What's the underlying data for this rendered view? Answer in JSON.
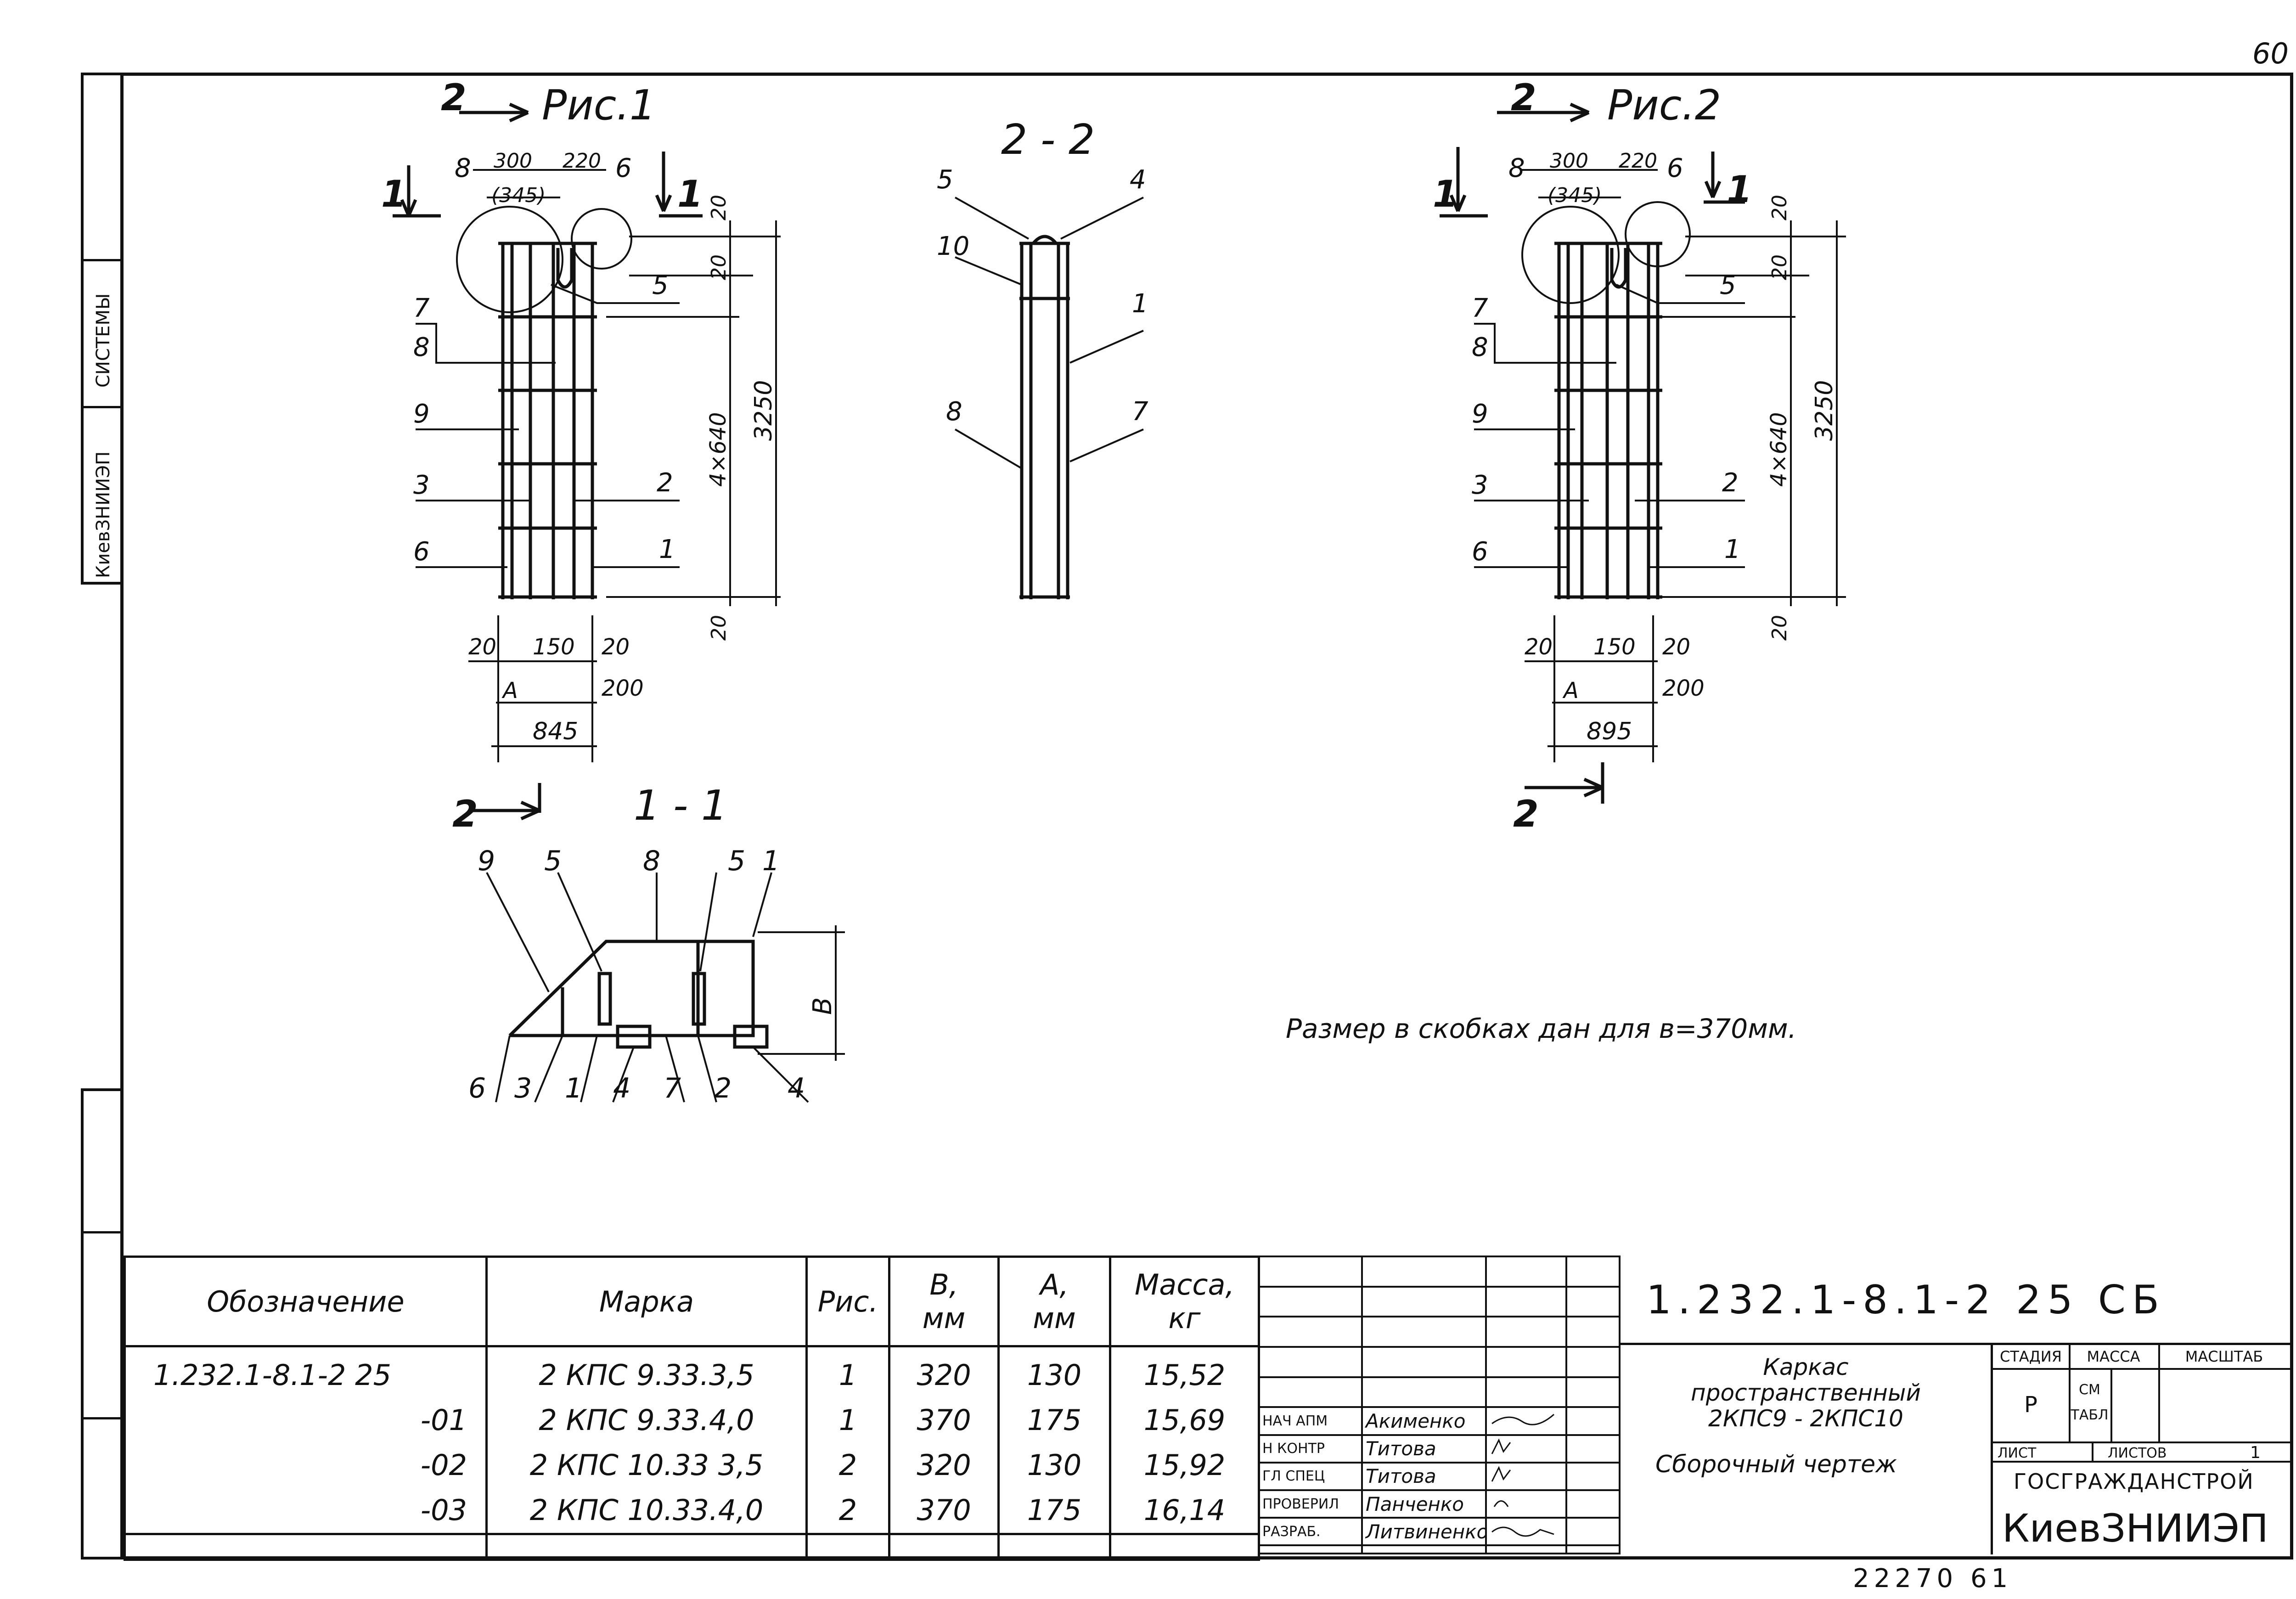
{
  "sheet_number": "60",
  "bottom_code": "22270 61",
  "left_strip": {
    "org": "КиевЗНИИЭП",
    "systems": "СИСТЕМЫ"
  },
  "fig1": {
    "section_label": "2",
    "title": "Рис.1",
    "cut_label": "1",
    "dims": {
      "d300": "300",
      "d345": "(345)",
      "d220": "220",
      "d20a": "20",
      "d20b": "20",
      "step": "4×640",
      "total": "3250",
      "d20c": "20",
      "b20l": "20",
      "b150": "150",
      "b20r": "20",
      "bA": "А",
      "b200": "200",
      "b845": "845"
    },
    "leaders": {
      "l8": "8",
      "l6": "6",
      "l5": "5",
      "l7": "7",
      "l8b": "8",
      "l9": "9",
      "l3": "3",
      "l2": "2",
      "l6b": "6",
      "l1": "1"
    }
  },
  "fig2": {
    "section_label": "2",
    "title": "Рис.2",
    "cut_label": "1",
    "dims": {
      "d300": "300",
      "d345": "(345)",
      "d220": "220",
      "d20a": "20",
      "d20b": "20",
      "step": "4×640",
      "total": "3250",
      "d20c": "20",
      "b20l": "20",
      "b150": "150",
      "b20r": "20",
      "bA": "А",
      "b200": "200",
      "b895": "895"
    },
    "leaders": {
      "l8": "8",
      "l6": "6",
      "l5": "5",
      "l7": "7",
      "l8b": "8",
      "l9": "9",
      "l3": "3",
      "l2": "2",
      "l6b": "6",
      "l1": "1"
    }
  },
  "section22": {
    "title": "2 - 2",
    "l5": "5",
    "l4": "4",
    "l10": "10",
    "l1": "1",
    "l8": "8",
    "l7": "7"
  },
  "section11": {
    "title": "1 - 1",
    "cut": "2",
    "dimB": "В",
    "top": [
      "9",
      "5",
      "8",
      "5",
      "1"
    ],
    "bottom": [
      "6",
      "3",
      "1",
      "4",
      "7",
      "2",
      "4"
    ]
  },
  "note": "Размер в скобках дан для в=370мм.",
  "spec_table": {
    "headers": {
      "designation": "Обозначение",
      "mark": "Марка",
      "fig": "Рис.",
      "b": "В,",
      "b_unit": "мм",
      "a": "А,",
      "a_unit": "мм",
      "mass": "Масса,",
      "mass_unit": "кг"
    },
    "rows": [
      {
        "designation": "1.232.1-8.1-2 25",
        "mark": "2 КПС 9.33.3,5",
        "fig": "1",
        "b": "320",
        "a": "130",
        "mass": "15,52"
      },
      {
        "designation": "-01",
        "mark": "2 КПС 9.33.4,0",
        "fig": "1",
        "b": "370",
        "a": "175",
        "mass": "15,69"
      },
      {
        "designation": "-02",
        "mark": "2 КПС 10.33 3,5",
        "fig": "2",
        "b": "320",
        "a": "130",
        "mass": "15,92"
      },
      {
        "designation": "-03",
        "mark": "2 КПС 10.33.4,0",
        "fig": "2",
        "b": "370",
        "a": "175",
        "mass": "16,14"
      }
    ]
  },
  "signatures": [
    {
      "role": "НАЧ АПМ",
      "name": "Акименко"
    },
    {
      "role": "Н КОНТР",
      "name": "Титова"
    },
    {
      "role": "ГЛ СПЕЦ",
      "name": "Титова"
    },
    {
      "role": "ПРОВЕРИЛ",
      "name": "Панченко"
    },
    {
      "role": "РАЗРАБ.",
      "name": "Литвиненко"
    }
  ],
  "title_block": {
    "code": "1.232.1-8.1-2 25 СБ",
    "description": [
      "Каркас",
      "пространственный",
      "2КПС9 - 2КПС10"
    ],
    "doc_type": "Сборочный чертеж",
    "stage_label": "СТАДИЯ",
    "mass_label": "МАССА",
    "scale_label": "МАСШТАБ",
    "stage": "Р",
    "mass_value": "СМ",
    "mass_value2": "ТАБЛ",
    "sheet_label": "ЛИСТ",
    "sheets_label": "ЛИСТОВ",
    "sheets": "1",
    "org1": "ГОСГРАЖДАНСТРОЙ",
    "org2": "КиевЗНИИЭП"
  }
}
